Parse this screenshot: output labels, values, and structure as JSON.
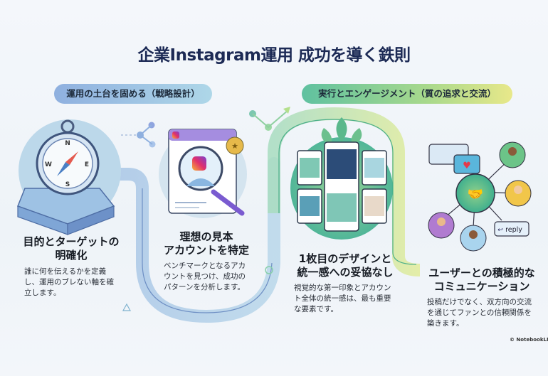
{
  "title": "企業Instagram運用 成功を導く鉄則",
  "phases": [
    {
      "label": "運用の土台を固める（戦略設計）",
      "color_start": "#8fb0df",
      "color_end": "#aed7e8"
    },
    {
      "label": "実行とエンゲージメント（質の追求と交流）",
      "color_start": "#5fc1a0",
      "color_end": "#e8e88a"
    }
  ],
  "steps": [
    {
      "heading_line1": "目的とターゲットの",
      "heading_line2": "明確化",
      "description": "誰に何を伝えるかを定義し、運用のブレない軸を確立します。",
      "icon": "compass-icon"
    },
    {
      "heading_line1": "理想の見本",
      "heading_line2": "アカウントを特定",
      "description": "ベンチマークとなるアカウントを見つけ、成功のパターンを分析します。",
      "icon": "magnifier-instagram-icon"
    },
    {
      "heading_line1": "1枚目のデザインと",
      "heading_line2": "統一感への妥協なし",
      "description": "視覚的な第一印象とアカウント全体の統一感は、最も重要な要素です。",
      "icon": "post-grid-icon"
    },
    {
      "heading_line1": "ユーザーとの積極的な",
      "heading_line2": "コミュニケーション",
      "description": "投稿だけでなく、双方向の交流を通じてファンとの信頼関係を築きます。",
      "icon": "handshake-network-icon"
    }
  ],
  "illustration_labels": {
    "compass_n": "N",
    "compass_s": "S",
    "compass_e": "E",
    "compass_w": "W",
    "reply": "reply"
  },
  "footer": "© NotebookLM"
}
